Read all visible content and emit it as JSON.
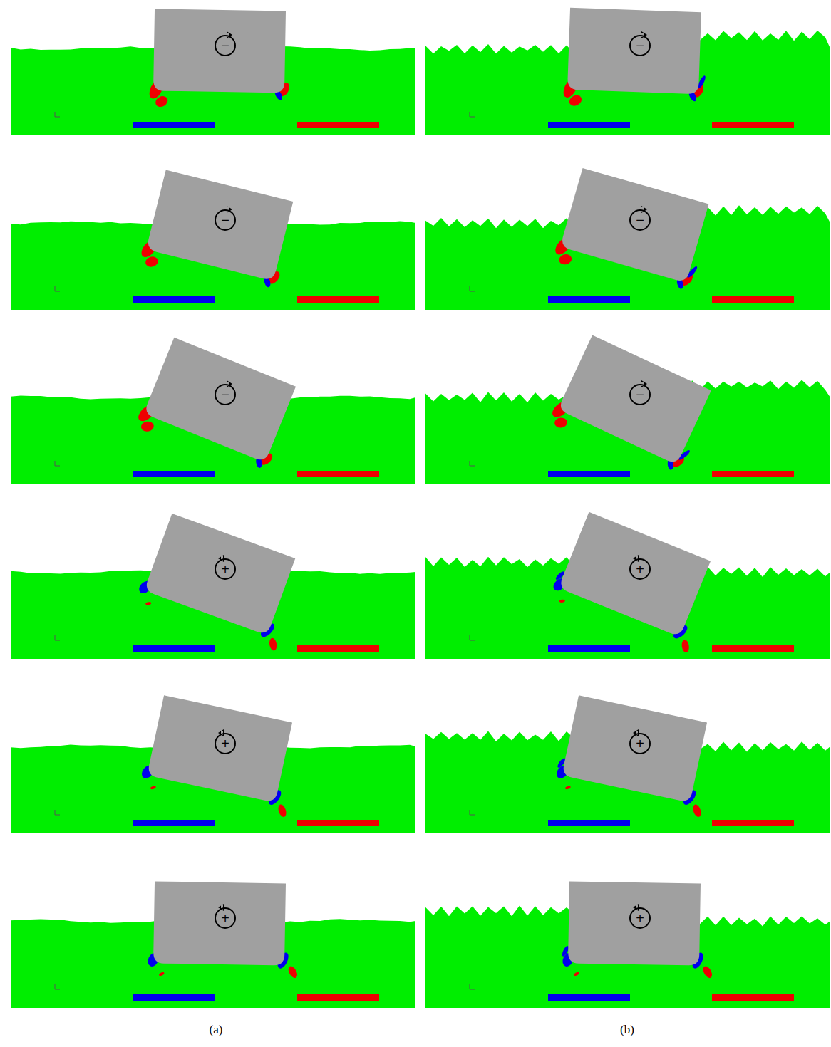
{
  "diagram": {
    "nodes": [
      {
        "text": [
          "−"
        ]
      },
      {
        "text": [
          "−"
        ]
      },
      {
        "text": [
          "−"
        ]
      },
      {
        "text": [
          "−"
        ]
      },
      {
        "text": [
          "−"
        ]
      },
      {
        "text": [
          "−"
        ]
      },
      {
        "text": [
          "+"
        ]
      },
      {
        "text": [
          "+"
        ]
      },
      {
        "text": [
          "+"
        ]
      },
      {
        "text": [
          "+"
        ]
      },
      {
        "text": [
          "+"
        ]
      },
      {
        "text": [
          "+"
        ]
      }
    ],
    "labels": [
      "(a)",
      "(b)"
    ]
  }
}
